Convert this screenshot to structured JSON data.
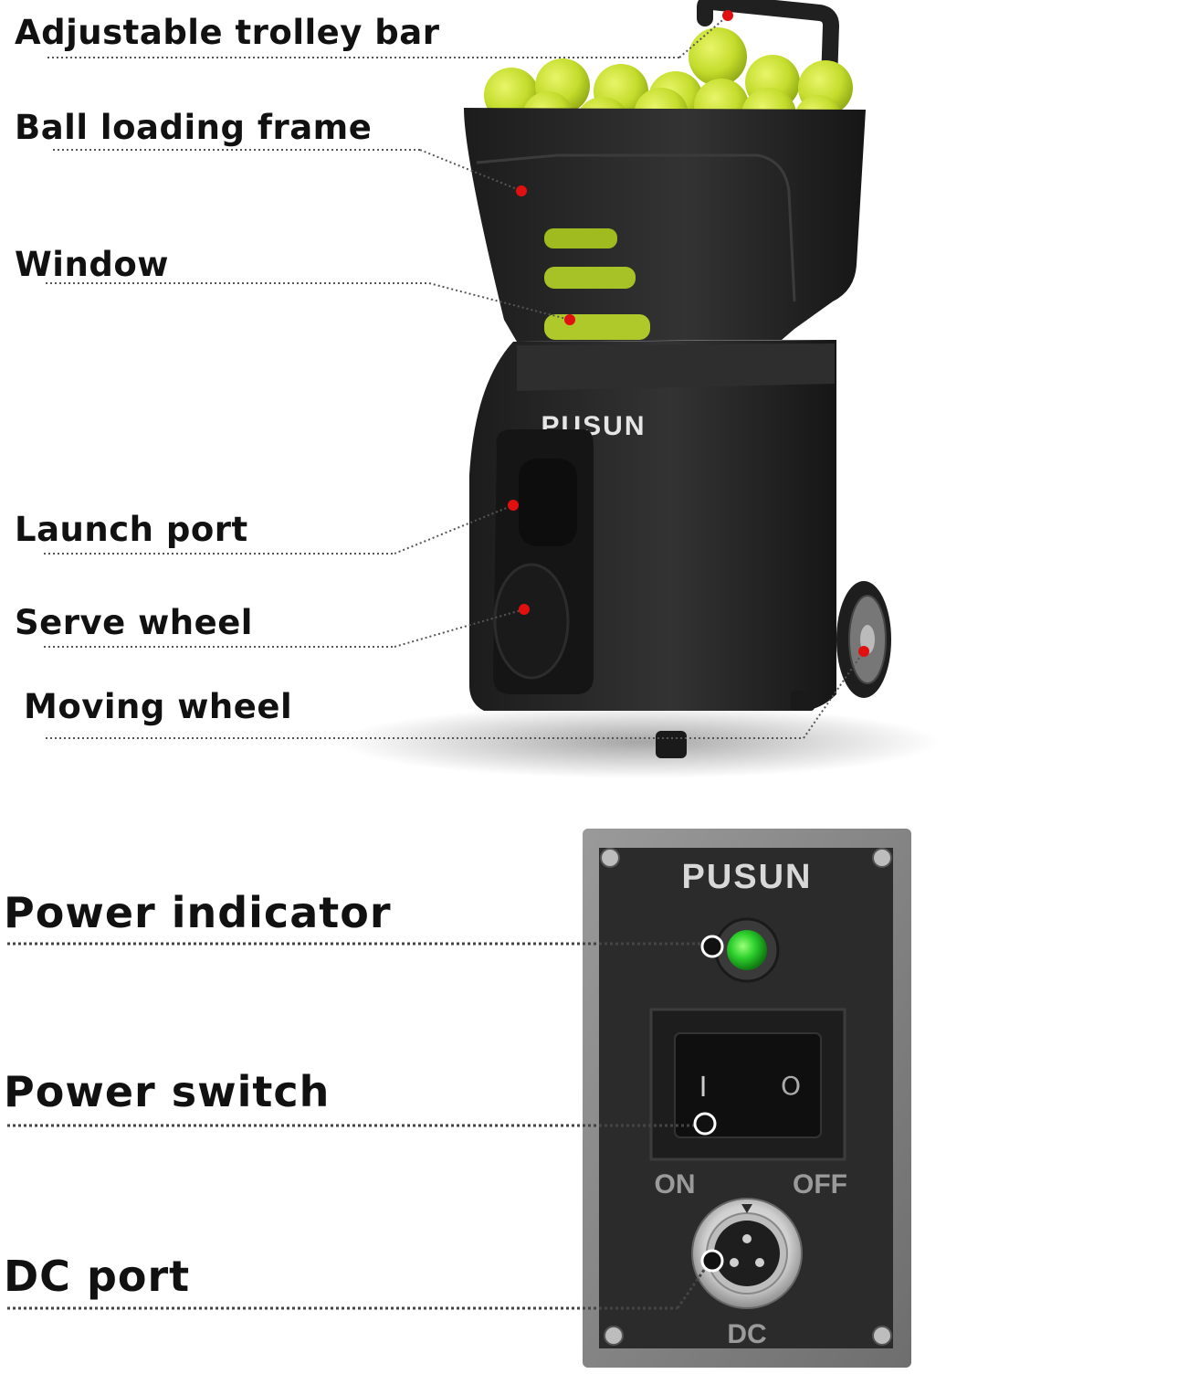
{
  "machine": {
    "brand": "PUSUN",
    "labels": {
      "trolley_bar": "Adjustable trolley bar",
      "ball_loading_frame": "Ball loading frame",
      "window": "Window",
      "launch_port": "Launch port",
      "serve_wheel": "Serve wheel",
      "moving_wheel": "Moving wheel"
    }
  },
  "panel": {
    "brand": "PUSUN",
    "labels": {
      "power_indicator": "Power indicator",
      "power_switch": "Power switch",
      "dc_port": "DC port"
    },
    "switch_on_symbol": "I",
    "switch_off_symbol": "O",
    "on_text": "ON",
    "off_text": "OFF",
    "dc_text": "DC"
  },
  "colors": {
    "ball": "#c9e23a",
    "machine_body": "#262626",
    "marker": "#e01010",
    "led": "#2ed12e",
    "panel_frame": "#8a8a8a",
    "panel_face": "#2b2b2b"
  }
}
